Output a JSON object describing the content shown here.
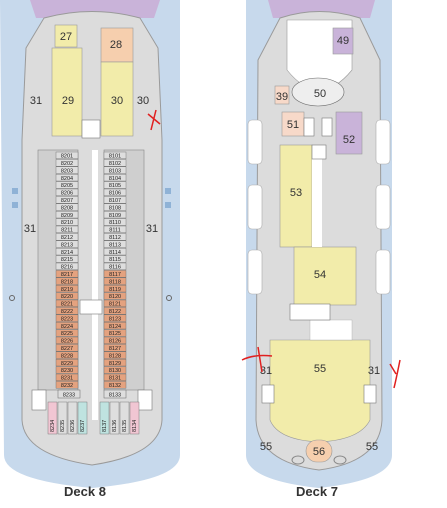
{
  "deck8": {
    "title": "Deck 8",
    "areas": {
      "a27": "27",
      "a28": "28",
      "a29": "29",
      "a30": "30",
      "a30b": "30",
      "a31l": "31",
      "a31l2": "31",
      "a31r": "31"
    },
    "left_cabins": [
      "8201",
      "8202",
      "8203",
      "8204",
      "8205",
      "8206",
      "8207",
      "8208",
      "8209",
      "8210",
      "8211",
      "8212",
      "8213",
      "8214",
      "8215",
      "8216",
      "8217",
      "8218",
      "8219",
      "8220",
      "8221",
      "8222",
      "8223",
      "8224",
      "8225",
      "8226",
      "8227",
      "8228",
      "8229",
      "8230",
      "8231",
      "8232"
    ],
    "right_cabins": [
      "8101",
      "8102",
      "8103",
      "8104",
      "8105",
      "8106",
      "8107",
      "8108",
      "8109",
      "8110",
      "8111",
      "8112",
      "8113",
      "8114",
      "8115",
      "8116",
      "8117",
      "8118",
      "8119",
      "8120",
      "8121",
      "8122",
      "8123",
      "8124",
      "8125",
      "8126",
      "8127",
      "8128",
      "8129",
      "8130",
      "8131",
      "8132"
    ],
    "bottom_cabins": [
      "8233",
      "8133"
    ],
    "aft_cabins": [
      "8234",
      "8235",
      "8236",
      "8237",
      "8137",
      "8136",
      "8135",
      "8134"
    ]
  },
  "deck7": {
    "title": "Deck 7",
    "areas": {
      "a39": "39",
      "a49": "49",
      "a50": "50",
      "a51": "51",
      "a52": "52",
      "a53": "53",
      "a54": "54",
      "a55": "55",
      "a55l": "55",
      "a55r": "55",
      "a56": "56",
      "a31l": "31",
      "a31r": "31"
    }
  },
  "colors": {
    "hull": "#c7d9ec",
    "deck": "#dcdcdc",
    "yellow": "#f2ecaa",
    "purple": "#c9b3d9",
    "orange": "#f6cfae",
    "peach": "#f7d9c9",
    "cabin": "#dedede",
    "cabin_special": "#e4a27f",
    "annotation": "#e02020"
  }
}
